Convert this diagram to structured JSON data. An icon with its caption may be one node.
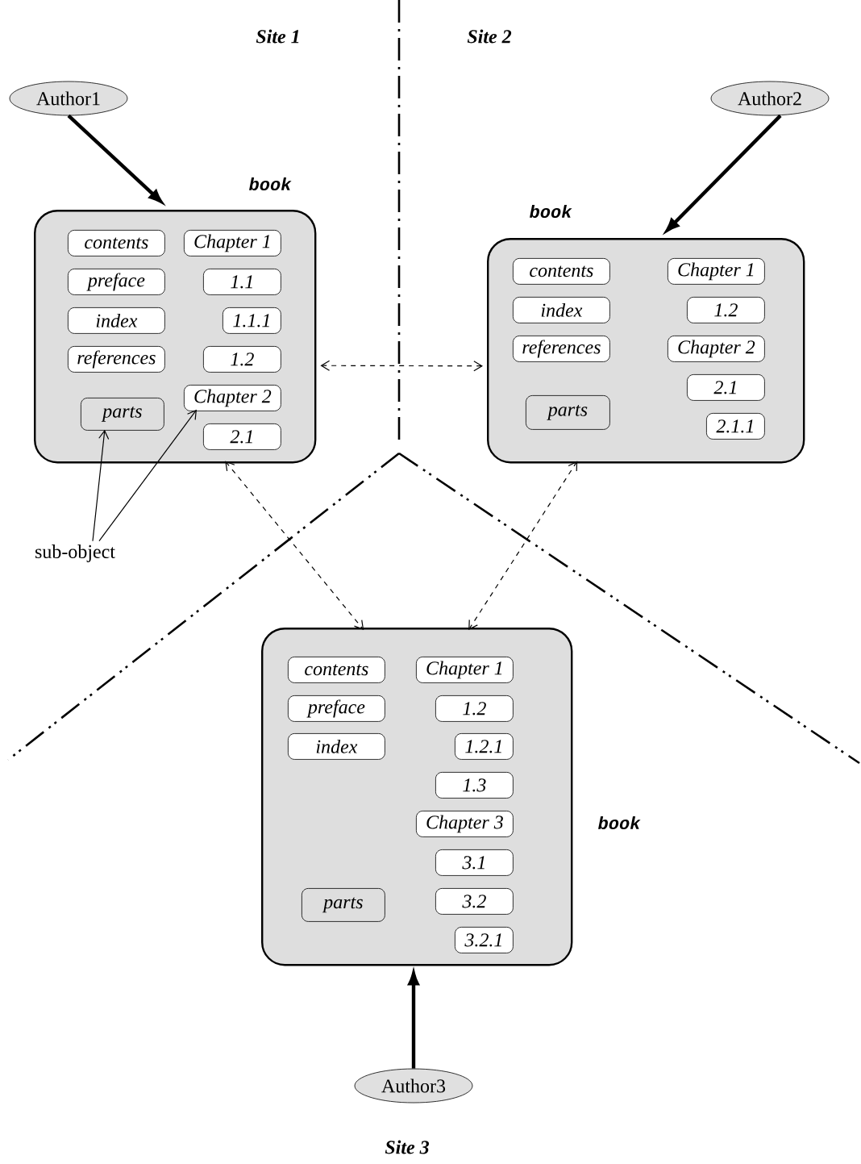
{
  "diagram": {
    "nodes": [
      {
        "text": [
          "Author1"
        ]
      },
      {
        "text": [
          "book"
        ]
      },
      {
        "text": [
          "contents"
        ],
        "in": 1
      },
      {
        "text": [
          "preface"
        ],
        "in": 1
      },
      {
        "text": [
          "index"
        ],
        "in": 1
      },
      {
        "text": [
          "references"
        ],
        "in": 1
      },
      {
        "text": [
          "parts"
        ],
        "in": 1
      },
      {
        "text": [
          "Chapter 1"
        ],
        "in": 1
      },
      {
        "text": [
          "1.1"
        ],
        "in": 1
      },
      {
        "text": [
          "1.1.1"
        ],
        "in": 1
      },
      {
        "text": [
          "1.2"
        ],
        "in": 1
      },
      {
        "text": [
          "Chapter 2"
        ],
        "in": 1
      },
      {
        "text": [
          "2.1"
        ],
        "in": 1
      },
      {
        "text": [
          "Author2"
        ]
      },
      {
        "text": [
          "book"
        ]
      },
      {
        "text": [
          "contents"
        ],
        "in": 14
      },
      {
        "text": [
          "index"
        ],
        "in": 14
      },
      {
        "text": [
          "references"
        ],
        "in": 14
      },
      {
        "text": [
          "parts"
        ],
        "in": 14
      },
      {
        "text": [
          "Chapter 1"
        ],
        "in": 14
      },
      {
        "text": [
          "1.2"
        ],
        "in": 14
      },
      {
        "text": [
          "Chapter 2"
        ],
        "in": 14
      },
      {
        "text": [
          "2.1"
        ],
        "in": 14
      },
      {
        "text": [
          "2.1.1"
        ],
        "in": 14
      },
      {
        "text": [
          "sub-object"
        ]
      },
      {
        "text": [
          "book"
        ]
      },
      {
        "text": [
          "contents"
        ],
        "in": 25
      },
      {
        "text": [
          "preface"
        ],
        "in": 25
      },
      {
        "text": [
          "index"
        ],
        "in": 25
      },
      {
        "text": [
          "parts"
        ],
        "in": 25
      },
      {
        "text": [
          "Chapter 1"
        ],
        "in": 25
      },
      {
        "text": [
          "1.2"
        ],
        "in": 25
      },
      {
        "text": [
          "1.2.1"
        ],
        "in": 25
      },
      {
        "text": [
          "1.3"
        ],
        "in": 25
      },
      {
        "text": [
          "Chapter 3"
        ],
        "in": 25
      },
      {
        "text": [
          "3.1"
        ],
        "in": 25
      },
      {
        "text": [
          "3.2"
        ],
        "in": 25
      },
      {
        "text": [
          "3.2.1"
        ],
        "in": 25
      },
      {
        "text": [
          "Author3"
        ]
      }
    ],
    "edges": [
      {
        "from": 0,
        "to": 1,
        "arrow": "to",
        "style": "thick"
      },
      {
        "from": 13,
        "to": 14,
        "arrow": "to",
        "style": "thick"
      },
      {
        "from": 38,
        "to": 25,
        "arrow": "to",
        "style": "thick"
      },
      {
        "from": 1,
        "to": 14,
        "arrow": "both",
        "style": "dashed"
      },
      {
        "from": 1,
        "to": 25,
        "arrow": "both",
        "style": "dashed"
      },
      {
        "from": 14,
        "to": 25,
        "arrow": "both",
        "style": "dashed"
      },
      {
        "from": 24,
        "to": 6,
        "arrow": "to"
      },
      {
        "from": 24,
        "to": 11,
        "arrow": "to"
      }
    ],
    "labels": [
      "Site 1",
      "Site 2",
      "Site 3"
    ]
  }
}
